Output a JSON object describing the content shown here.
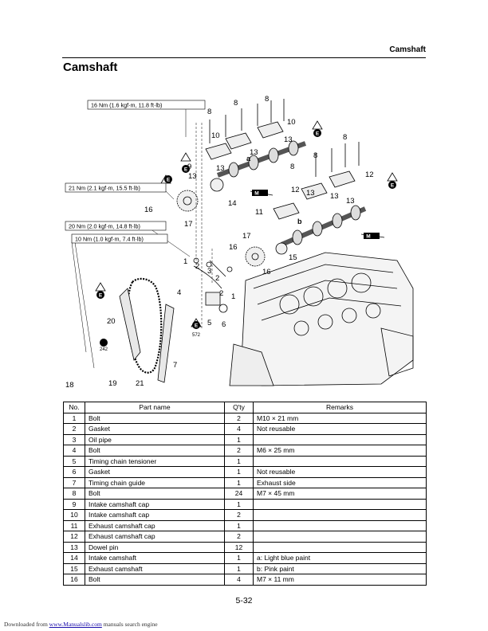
{
  "header": {
    "section": "Camshaft"
  },
  "page_title": "Camshaft",
  "diagram": {
    "torques": [
      "16 Nm (1.6 kgf·m, 11.8 ft·lb)",
      "21 Nm (2.1 kgf·m, 15.5 ft·lb)",
      "20 Nm (2.0 kgf·m, 14.8 ft·lb)",
      "10 Nm (1.0 kgf·m, 7.4 ft·lb)"
    ],
    "symbol_e": "E",
    "symbol_m": "M",
    "loctite_a": "242",
    "loctite_b": "572",
    "letter_a": "a",
    "letter_b": "b",
    "callouts": [
      "8",
      "8",
      "8",
      "10",
      "10",
      "13",
      "13",
      "9",
      "13",
      "13",
      "8",
      "8",
      "8",
      "12",
      "12",
      "13",
      "13",
      "13",
      "11",
      "14",
      "16",
      "17",
      "17",
      "16",
      "15",
      "16",
      "1",
      "2",
      "3",
      "2",
      "2",
      "4",
      "1",
      "5",
      "6",
      "20",
      "7",
      "18",
      "19",
      "21",
      "13",
      "13",
      "13"
    ]
  },
  "table": {
    "headers": [
      "No.",
      "Part name",
      "Q'ty",
      "Remarks"
    ],
    "rows": [
      [
        "1",
        "Bolt",
        "2",
        "M10 × 21 mm"
      ],
      [
        "2",
        "Gasket",
        "4",
        "Not reusable"
      ],
      [
        "3",
        "Oil pipe",
        "1",
        ""
      ],
      [
        "4",
        "Bolt",
        "2",
        "M6 × 25 mm"
      ],
      [
        "5",
        "Timing chain tensioner",
        "1",
        ""
      ],
      [
        "6",
        "Gasket",
        "1",
        "Not reusable"
      ],
      [
        "7",
        "Timing chain guide",
        "1",
        "Exhaust side"
      ],
      [
        "8",
        "Bolt",
        "24",
        "M7 × 45 mm"
      ],
      [
        "9",
        "Intake camshaft cap",
        "1",
        ""
      ],
      [
        "10",
        "Intake camshaft cap",
        "2",
        ""
      ],
      [
        "11",
        "Exhaust camshaft cap",
        "1",
        ""
      ],
      [
        "12",
        "Exhaust camshaft cap",
        "2",
        ""
      ],
      [
        "13",
        "Dowel pin",
        "12",
        ""
      ],
      [
        "14",
        "Intake camshaft",
        "1",
        "a: Light blue paint"
      ],
      [
        "15",
        "Exhaust camshaft",
        "1",
        "b: Pink paint"
      ],
      [
        "16",
        "Bolt",
        "4",
        "M7 × 11 mm"
      ]
    ]
  },
  "page_number": "5-32",
  "footer": {
    "prefix": "Downloaded from ",
    "link": "www.Manualslib.com",
    "suffix": " manuals search engine"
  }
}
